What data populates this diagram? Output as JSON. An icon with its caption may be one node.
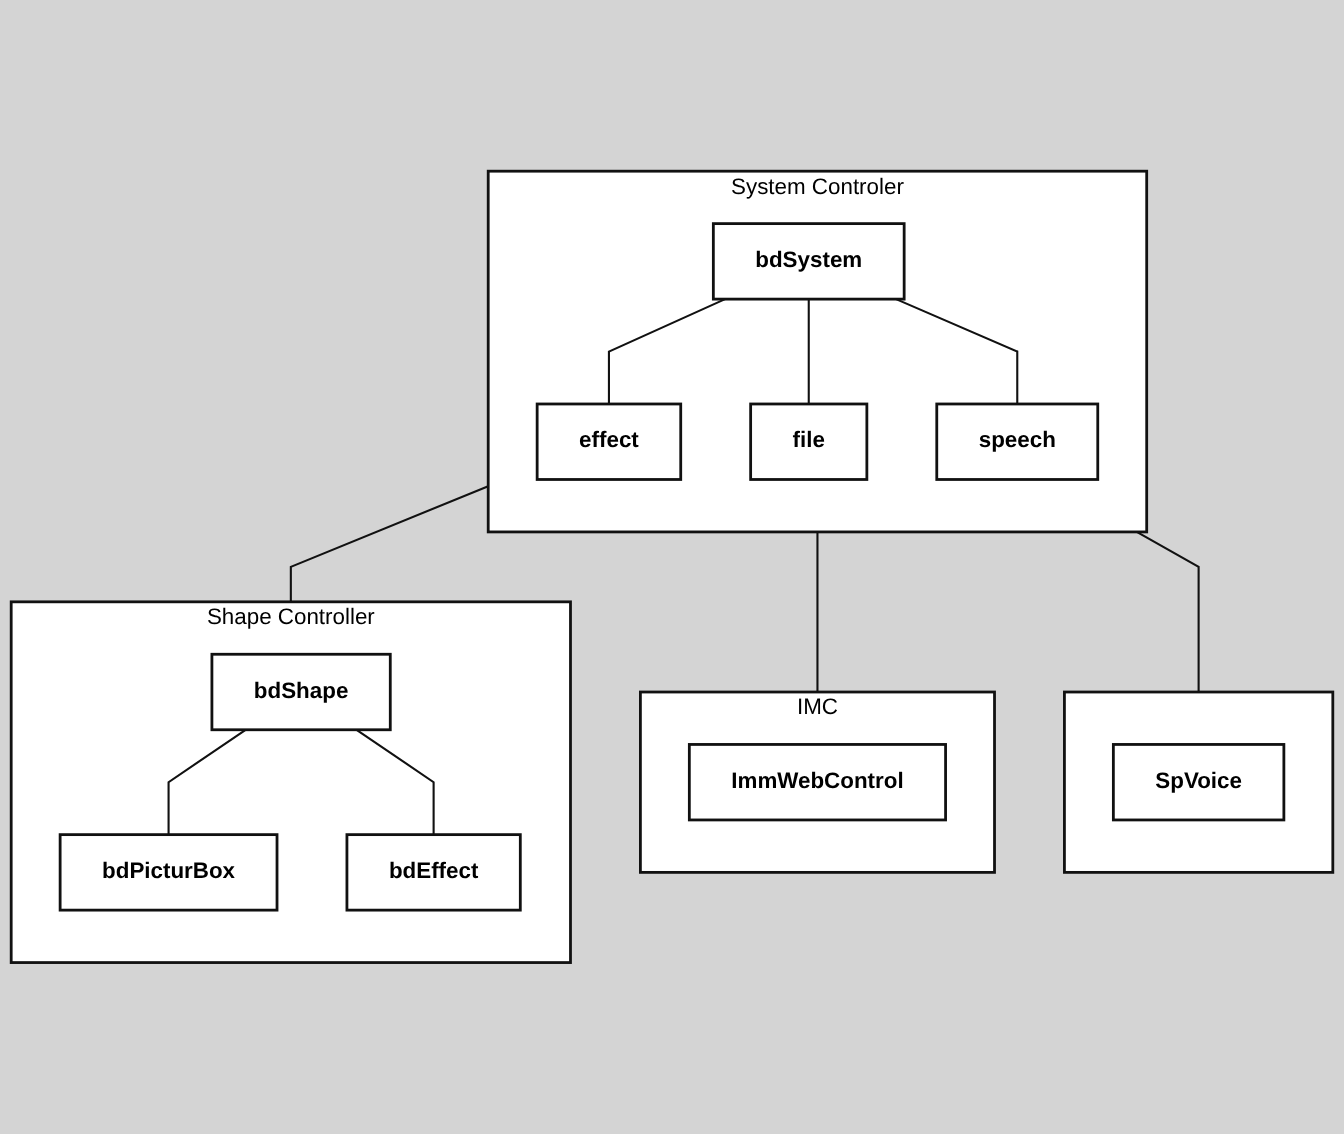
{
  "diagram": {
    "nodes": [
      {
        "text": [
          "System Controler"
        ]
      },
      {
        "text": [
          "bdSystem"
        ],
        "in": 0
      },
      {
        "text": [
          "effect"
        ],
        "in": 0
      },
      {
        "text": [
          "file"
        ],
        "in": 0
      },
      {
        "text": [
          "speech"
        ],
        "in": 0
      },
      {
        "text": [
          "Shape Controller"
        ]
      },
      {
        "text": [
          "bdShape"
        ],
        "in": 5
      },
      {
        "text": [
          "bdPicturBox"
        ],
        "in": 5
      },
      {
        "text": [
          "bdEffect"
        ],
        "in": 5
      },
      {
        "text": [
          "IMC"
        ]
      },
      {
        "text": [
          "ImmWebControl"
        ],
        "in": 9
      },
      {
        "text": [],
        "shape": "box"
      },
      {
        "text": [
          "SpVoice"
        ],
        "in": 11
      }
    ],
    "edges": [
      {
        "from": 1,
        "to": 2,
        "arrow": "none"
      },
      {
        "from": 1,
        "to": 3,
        "arrow": "none"
      },
      {
        "from": 1,
        "to": 4,
        "arrow": "none"
      },
      {
        "from": 0,
        "to": 5,
        "arrow": "none"
      },
      {
        "from": 6,
        "to": 7,
        "arrow": "none"
      },
      {
        "from": 6,
        "to": 8,
        "arrow": "none"
      },
      {
        "from": 0,
        "to": 9,
        "arrow": "none"
      },
      {
        "from": 0,
        "to": 11,
        "arrow": "none"
      }
    ]
  }
}
